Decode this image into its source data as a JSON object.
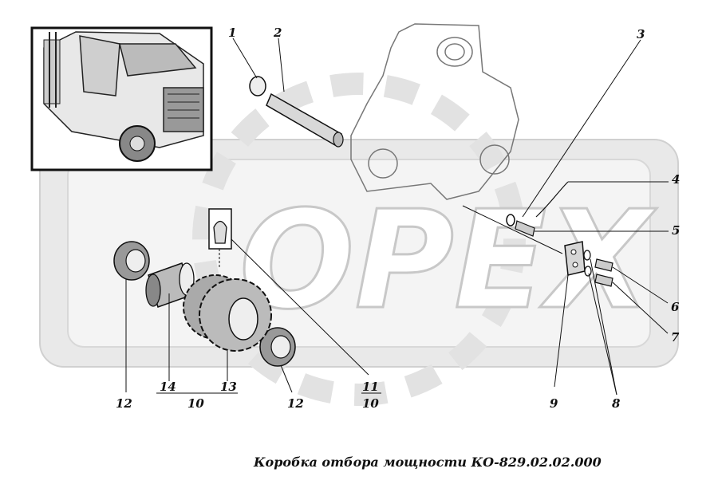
{
  "caption": "Коробка отбора мощности КО-829.02.02.000",
  "watermark": "OPEX",
  "callouts": {
    "c1": "1",
    "c2": "2",
    "c3": "3",
    "c4": "4",
    "c5": "5",
    "c6": "6",
    "c7": "7",
    "c8": "8",
    "c9": "9",
    "c10a": "10",
    "c10b": "10",
    "c11": "11",
    "c12a": "12",
    "c12b": "12",
    "c13": "13",
    "c14": "14"
  },
  "colors": {
    "line": "#111111",
    "watermark_fill": "#e4e4e4",
    "watermark_stroke": "#c8c8c8"
  }
}
